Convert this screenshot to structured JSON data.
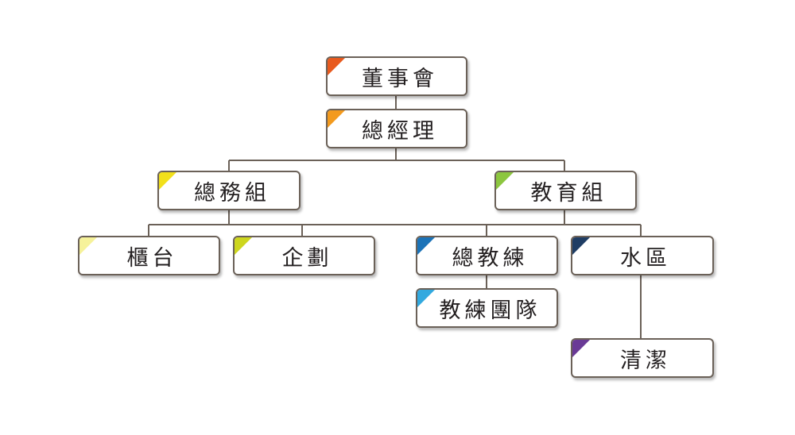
{
  "nodes": {
    "board": {
      "label": "董事會",
      "color": "#e85a1e"
    },
    "gm": {
      "label": "總經理",
      "color": "#f39a1e"
    },
    "general_affairs": {
      "label": "總務組",
      "color": "#f2e01a"
    },
    "education": {
      "label": "教育組",
      "color": "#8cc63f"
    },
    "counter": {
      "label": "櫃台",
      "color": "#f6f29a"
    },
    "planning": {
      "label": "企劃",
      "color": "#cdd61e"
    },
    "head_coach": {
      "label": "總教練",
      "color": "#1b73b8"
    },
    "coach_team": {
      "label": "教練團隊",
      "color": "#32a9df"
    },
    "pool": {
      "label": "水區",
      "color": "#1f3d64"
    },
    "cleaning": {
      "label": "清潔",
      "color": "#6a3a96"
    }
  },
  "line_color": "#6b6158"
}
